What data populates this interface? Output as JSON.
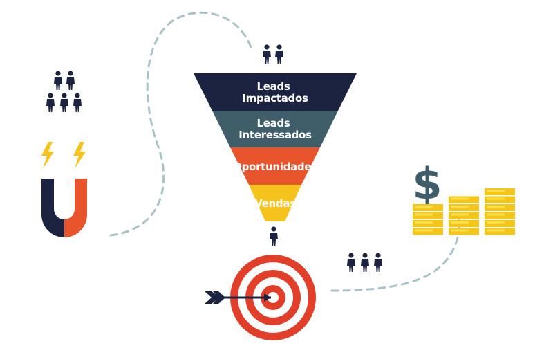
{
  "colors": {
    "navy": "#1c2340",
    "teal": "#3f5e6a",
    "orange": "#e8542b",
    "yellow": "#f6c21c",
    "red": "#e23f2b",
    "gold": "#f5c518",
    "gold_light": "#ffe04a",
    "dash": "#a9c2c8",
    "person": "#1c2340"
  },
  "funnel": {
    "stages": [
      {
        "lines": [
          "Leads",
          "Impactados"
        ]
      },
      {
        "lines": [
          "Leads",
          "Interessados"
        ]
      },
      {
        "lines": [
          "Oportunidades"
        ]
      },
      {
        "lines": [
          "Vendas"
        ]
      }
    ]
  },
  "money": {
    "symbol": "$",
    "coin_stacks": [
      4,
      5,
      6
    ]
  },
  "icons": {
    "magnet": "magnet-icon",
    "lightning": "lightning-icon",
    "target": "target-icon",
    "arrow": "arrow-icon",
    "dollar": "dollar-icon",
    "coins": "coin-stack-icon",
    "person": "person-icon"
  }
}
